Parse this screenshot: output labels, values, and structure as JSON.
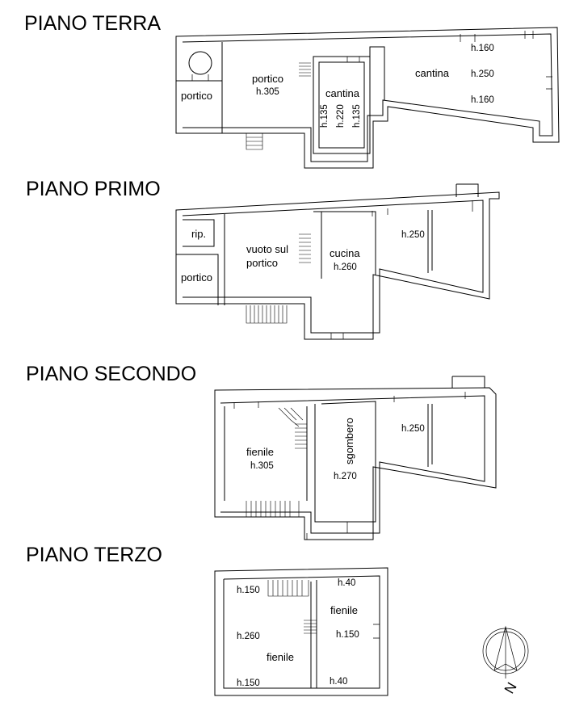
{
  "floors": {
    "terra": {
      "title": "PIANO TERRA",
      "rooms": {
        "portico_small": "portico",
        "portico_main": "portico",
        "portico_main_h": "h.305",
        "cantina_small": "cantina",
        "cantina_small_h1": "h.135",
        "cantina_small_h2": "h.220",
        "cantina_small_h3": "h.135",
        "cantina_big": "cantina",
        "cantina_big_h1": "h.160",
        "cantina_big_h2": "h.250",
        "cantina_big_h3": "h.160"
      }
    },
    "primo": {
      "title": "PIANO PRIMO",
      "rooms": {
        "rip": "rip.",
        "portico": "portico",
        "vuoto_1": "vuoto sul",
        "vuoto_2": "portico",
        "cucina": "cucina",
        "cucina_h": "h.260",
        "right_h": "h.250"
      }
    },
    "secondo": {
      "title": "PIANO SECONDO",
      "rooms": {
        "fienile": "fienile",
        "fienile_h": "h.305",
        "sgombero": "sgombero",
        "sgombero_h": "h.270",
        "right_h": "h.250"
      }
    },
    "terzo": {
      "title": "PIANO TERZO",
      "rooms": {
        "left_h1": "h.150",
        "left_h2": "h.260",
        "left_fienile": "fienile",
        "left_h3": "h.150",
        "right_h1": "h.40",
        "right_fienile": "fienile",
        "right_h2": "h.150",
        "right_h3": "h.40"
      }
    }
  },
  "north_arrow_letter": "N"
}
